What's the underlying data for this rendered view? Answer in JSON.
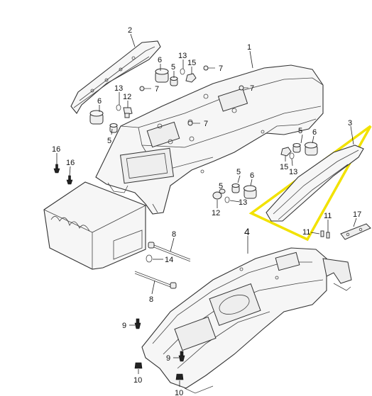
{
  "callouts": {
    "c1": "1",
    "c2": "2",
    "c3": "3",
    "c4": "4",
    "c5a": "5",
    "c5b": "5",
    "c5c": "5",
    "c5d": "5",
    "c5e": "5",
    "c6a": "6",
    "c6b": "6",
    "c6c": "6",
    "c6d": "6",
    "c7a": "7",
    "c7b": "7",
    "c7c": "7",
    "c7d": "7",
    "c8a": "8",
    "c8b": "8",
    "c9a": "9",
    "c9b": "9",
    "c10a": "10",
    "c10b": "10",
    "c11a": "11",
    "c11b": "11",
    "c12a": "12",
    "c12b": "12",
    "c13a": "13",
    "c13b": "13",
    "c13c": "13",
    "c13d": "13",
    "c14": "14",
    "c15a": "15",
    "c15b": "15",
    "c16a": "16",
    "c16b": "16",
    "c17": "17"
  },
  "colors": {
    "highlight": "#f2e200",
    "ink": "#222222"
  }
}
